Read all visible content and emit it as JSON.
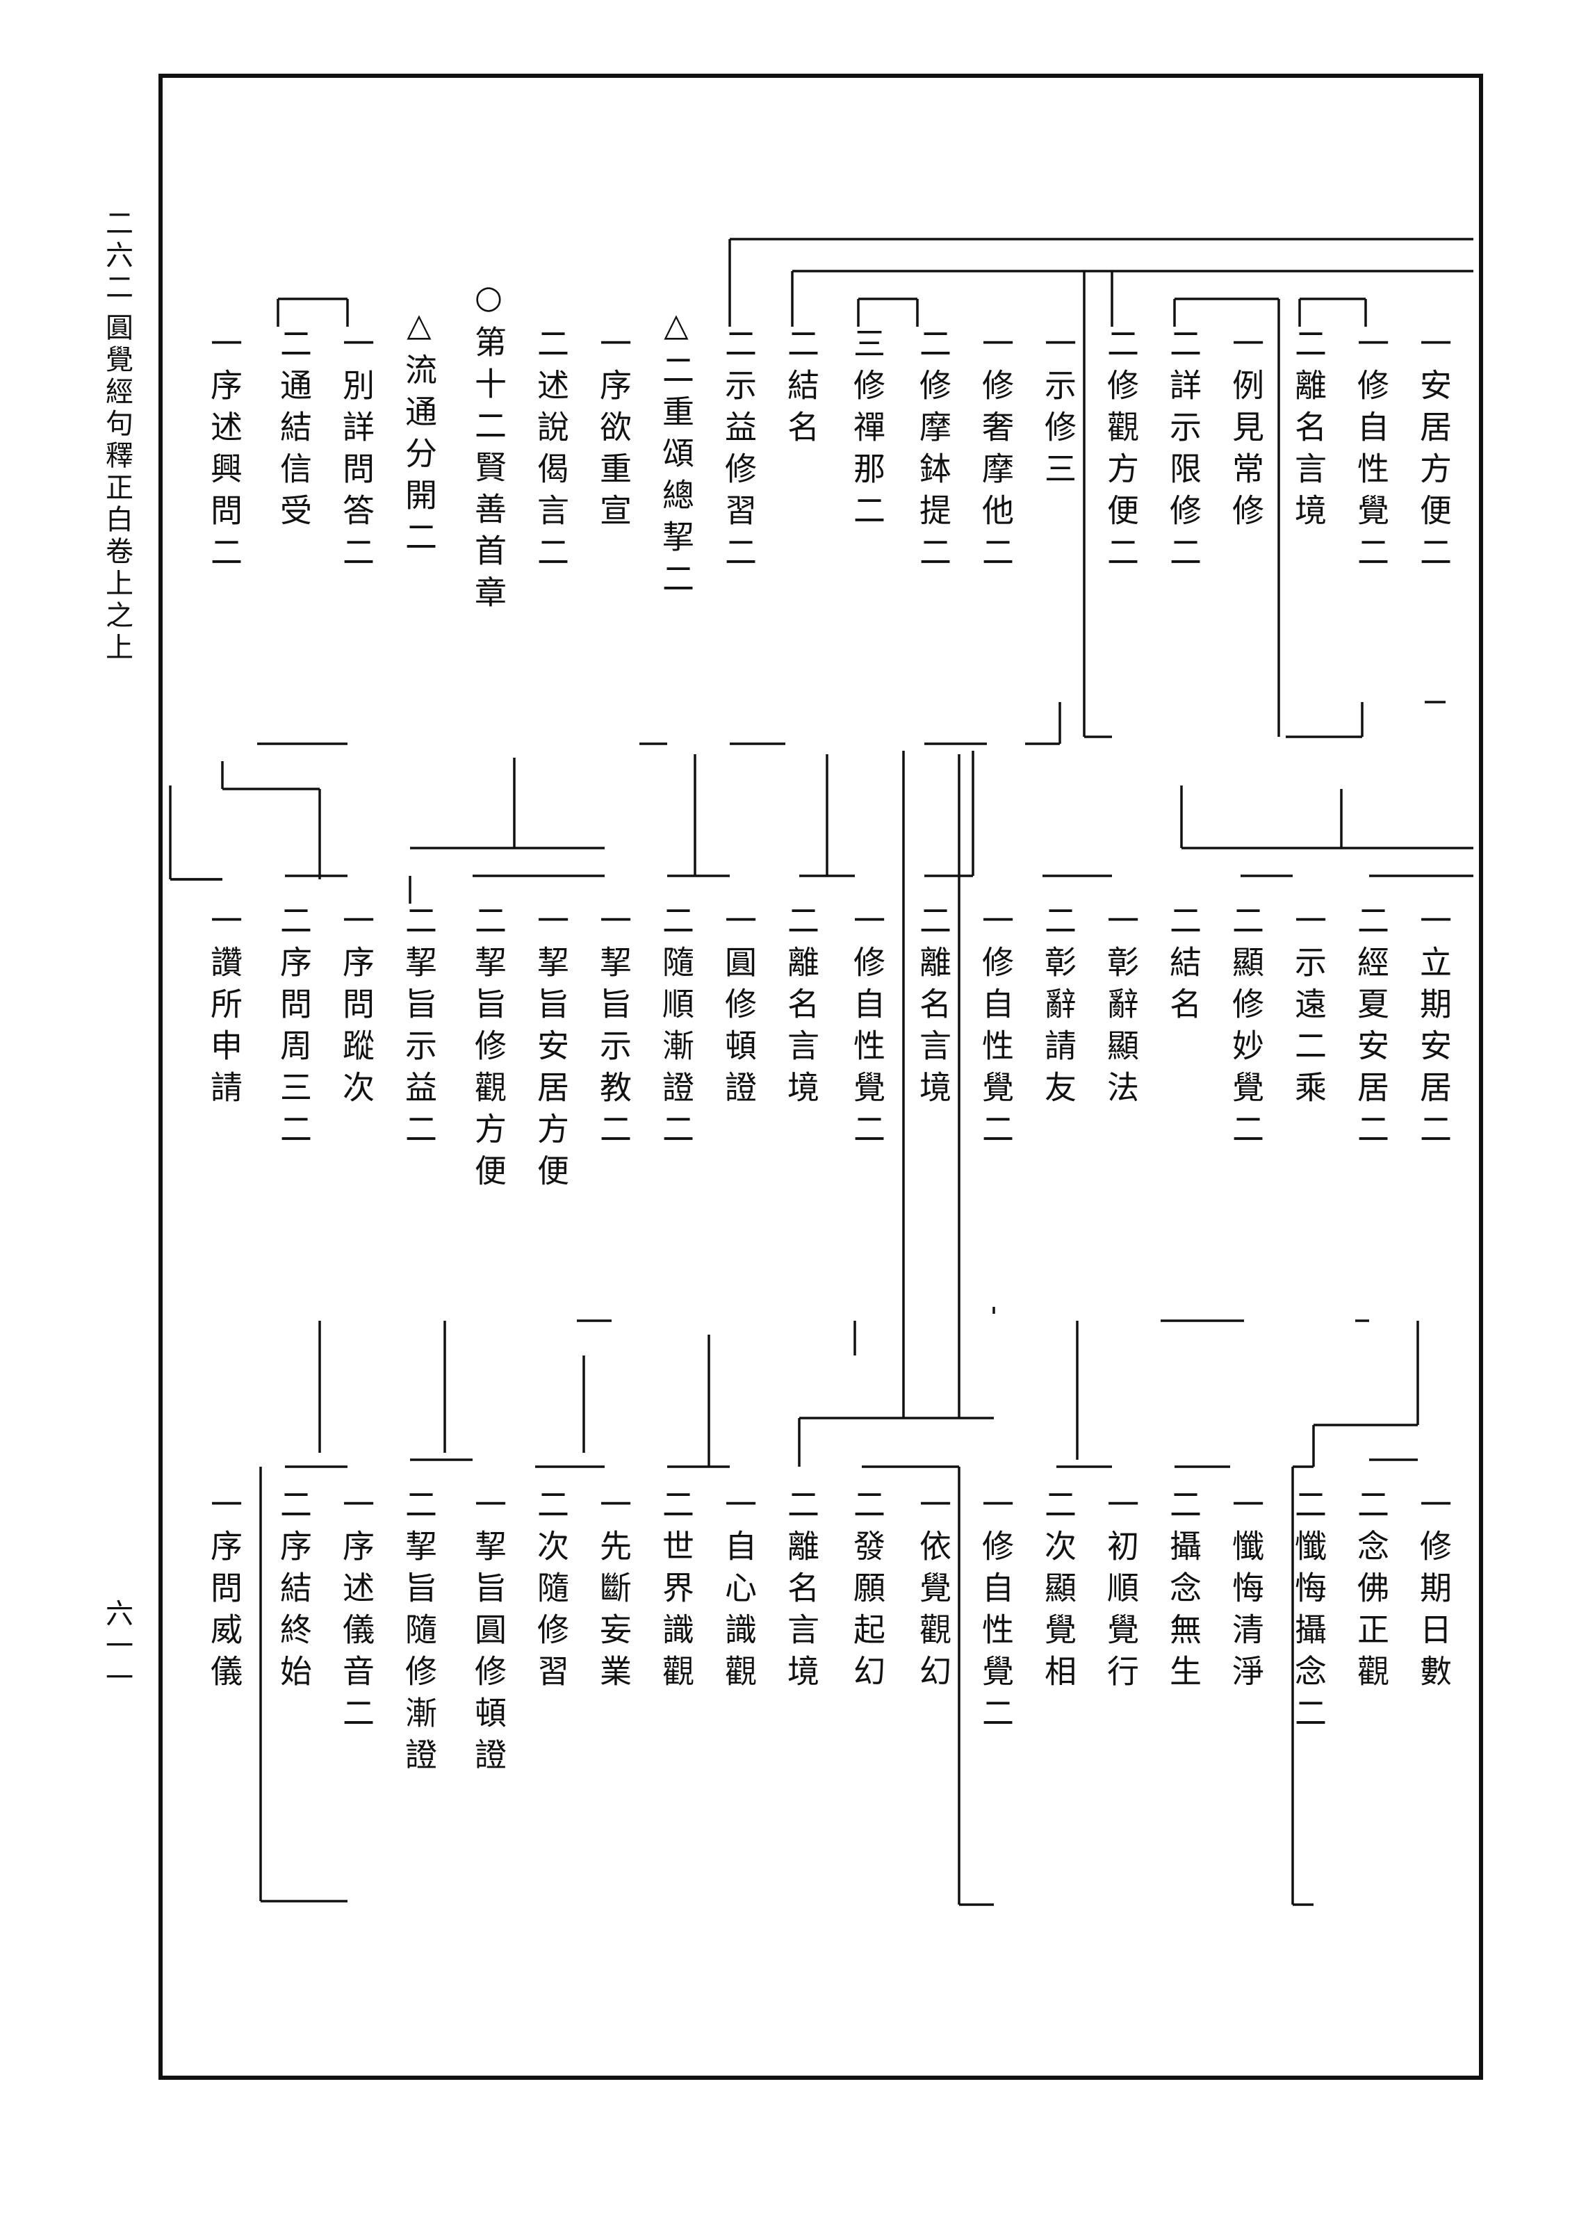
{
  "margin": {
    "page_number_top": "二六二",
    "book_title": "圓覺經句釋正白卷上之上",
    "page_number_bottom": "六一一"
  },
  "outline": {
    "band1": [
      {
        "text": "一安居方便二"
      },
      {
        "text": "一修自性覺二"
      },
      {
        "text": "二離名言境"
      },
      {
        "text": "一例見常修"
      },
      {
        "text": "二詳示限修二"
      },
      {
        "text": "二修觀方便二"
      },
      {
        "text": "一示修三"
      },
      {
        "text": "一修奢摩他二"
      },
      {
        "text": "二修摩鉢提二"
      },
      {
        "text": "三修禪那二"
      },
      {
        "text": "二結名"
      },
      {
        "text": "二示益修習二"
      },
      {
        "text": "△二重頌總挈二"
      },
      {
        "text": "一序欲重宣"
      },
      {
        "text": "二述說偈言二"
      },
      {
        "text": "○第十二賢善首章"
      },
      {
        "text": "△流通分開二"
      },
      {
        "text": "一別詳問答二"
      },
      {
        "text": "二通結信受"
      },
      {
        "text": "一序述興問二"
      }
    ],
    "band2": [
      {
        "text": "一立期安居二"
      },
      {
        "text": "二經夏安居二"
      },
      {
        "text": "一示遠二乘"
      },
      {
        "text": "二顯修妙覺二"
      },
      {
        "text": "二結名"
      },
      {
        "text": "一彰辭顯法"
      },
      {
        "text": "二彰辭請友"
      },
      {
        "text": "一修自性覺二"
      },
      {
        "text": "二離名言境"
      },
      {
        "text": "一修自性覺二"
      },
      {
        "text": "二離名言境"
      },
      {
        "text": "一圓修頓證"
      },
      {
        "text": "二隨順漸證二"
      },
      {
        "text": "一挈旨示教二"
      },
      {
        "text": "一挈旨安居方便"
      },
      {
        "text": "二挈旨修觀方便"
      },
      {
        "text": "二挈旨示益二"
      },
      {
        "text": "一序問蹤次"
      },
      {
        "text": "二序問周三二"
      },
      {
        "text": "一讚所申請"
      }
    ],
    "band3": [
      {
        "text": "一修期日數"
      },
      {
        "text": "二念佛正觀"
      },
      {
        "text": "二懺悔攝念二"
      },
      {
        "text": "一懺悔清淨"
      },
      {
        "text": "二攝念無生"
      },
      {
        "text": "一初順覺行"
      },
      {
        "text": "二次顯覺相"
      },
      {
        "text": "一修自性覺二"
      },
      {
        "text": "一依覺觀幻"
      },
      {
        "text": "二發願起幻"
      },
      {
        "text": "二離名言境"
      },
      {
        "text": "一自心識觀"
      },
      {
        "text": "二世界識觀"
      },
      {
        "text": "一先斷妄業"
      },
      {
        "text": "二次隨修習"
      },
      {
        "text": "一挈旨圓修頓證"
      },
      {
        "text": "二挈旨隨修漸證"
      },
      {
        "text": "一序述儀音二"
      },
      {
        "text": "二序結終始"
      },
      {
        "text": "一序問威儀"
      }
    ]
  }
}
